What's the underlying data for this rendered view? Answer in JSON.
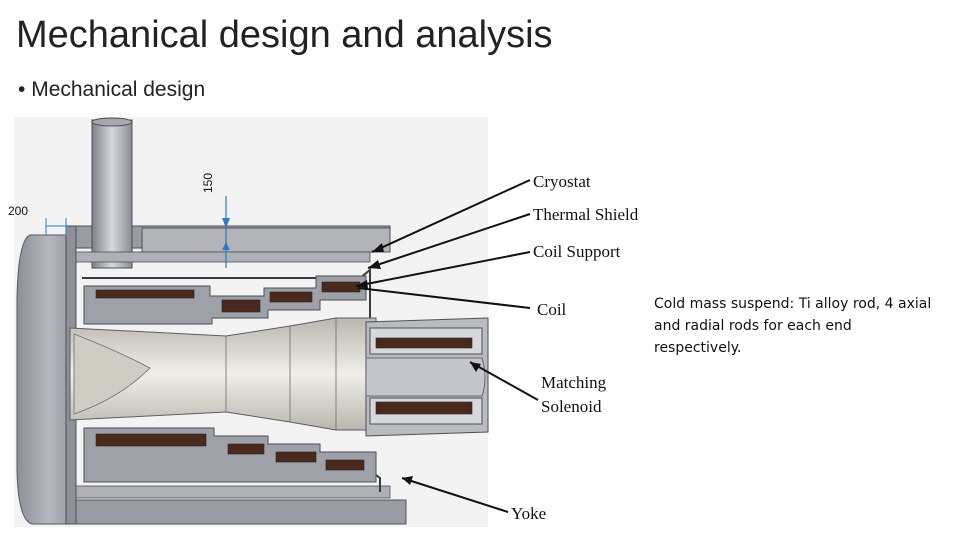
{
  "title": "Mechanical design and analysis",
  "bullet": {
    "marker": "•",
    "text": "Mechanical design"
  },
  "dimensions": {
    "left": "200",
    "vertical": "150"
  },
  "labels": {
    "cryostat": "Cryostat",
    "thermal_shield": "Thermal Shield",
    "coil_support": "Coil Support",
    "coil": "Coil",
    "matching_solenoid_line1": "Matching",
    "matching_solenoid_line2": "Solenoid",
    "yoke": "Yoke"
  },
  "note": "Cold mass suspend:  Ti alloy rod, 4 axial  and radial rods for each end respectively.",
  "colors": {
    "steel": "#9a9ca3",
    "steel_light": "#c9cbd1",
    "steel_dark": "#6e7078",
    "coil": "#4a2a1c",
    "bore": "#d8d6cc"
  }
}
